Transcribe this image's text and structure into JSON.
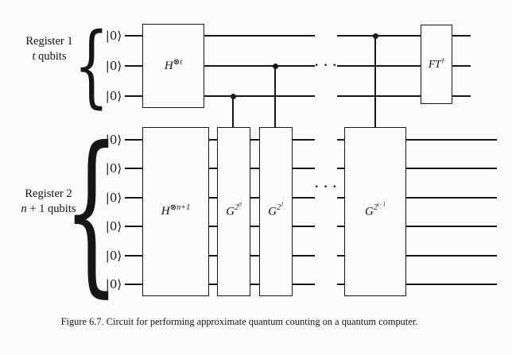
{
  "figure": {
    "caption": "Figure 6.7. Circuit for performing approximate quantum counting on a quantum computer."
  },
  "colors": {
    "ink": "#161616",
    "background": "#fbfbfb"
  },
  "ellipsis": "· · ·",
  "registers": {
    "r1": {
      "label_line1": "Register 1",
      "label_var": "t",
      "label_rest": " qubits",
      "kets": [
        "|0⟩",
        "|0⟩",
        "|0⟩"
      ],
      "brace": "{"
    },
    "r2": {
      "label_line1": "Register 2",
      "label_var": "n",
      "label_rest": " + 1 qubits",
      "kets": [
        "|0⟩",
        "|0⟩",
        "|0⟩",
        "|0⟩",
        "|0⟩",
        "|0⟩"
      ],
      "brace": "{"
    }
  },
  "gates": {
    "h_t": {
      "base": "H",
      "sup": "⊗t"
    },
    "h_n": {
      "base": "H",
      "sup": "⊗n+1"
    },
    "g0": {
      "base": "G",
      "sup": "2",
      "supsup": "0"
    },
    "g1": {
      "base": "G",
      "sup": "2",
      "supsup": "1"
    },
    "gt": {
      "base": "G",
      "sup": "2",
      "supsup": "t−1"
    },
    "ft": {
      "base": "FT",
      "sup": "†"
    }
  }
}
